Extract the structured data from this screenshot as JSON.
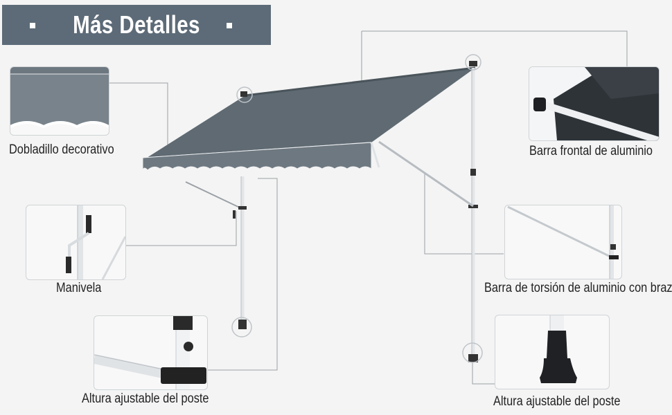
{
  "banner": {
    "title": "Más Detalles"
  },
  "callouts": [
    {
      "id": "valance",
      "caption": "Dobladillo decorativo"
    },
    {
      "id": "crank",
      "caption": "Manivela"
    },
    {
      "id": "left_pole",
      "caption": "Altura ajustable del poste"
    },
    {
      "id": "front_bar",
      "caption": "Barra frontal de aluminio"
    },
    {
      "id": "torsion_bar",
      "caption": "Barra de torsión de aluminio con brazo."
    },
    {
      "id": "right_pole",
      "caption": "Altura ajustable del poste"
    }
  ],
  "colors": {
    "banner": "#5d6b78",
    "awning": "#5f6a72",
    "frame": "#dfe3e6",
    "line": "#9aa0a5"
  }
}
